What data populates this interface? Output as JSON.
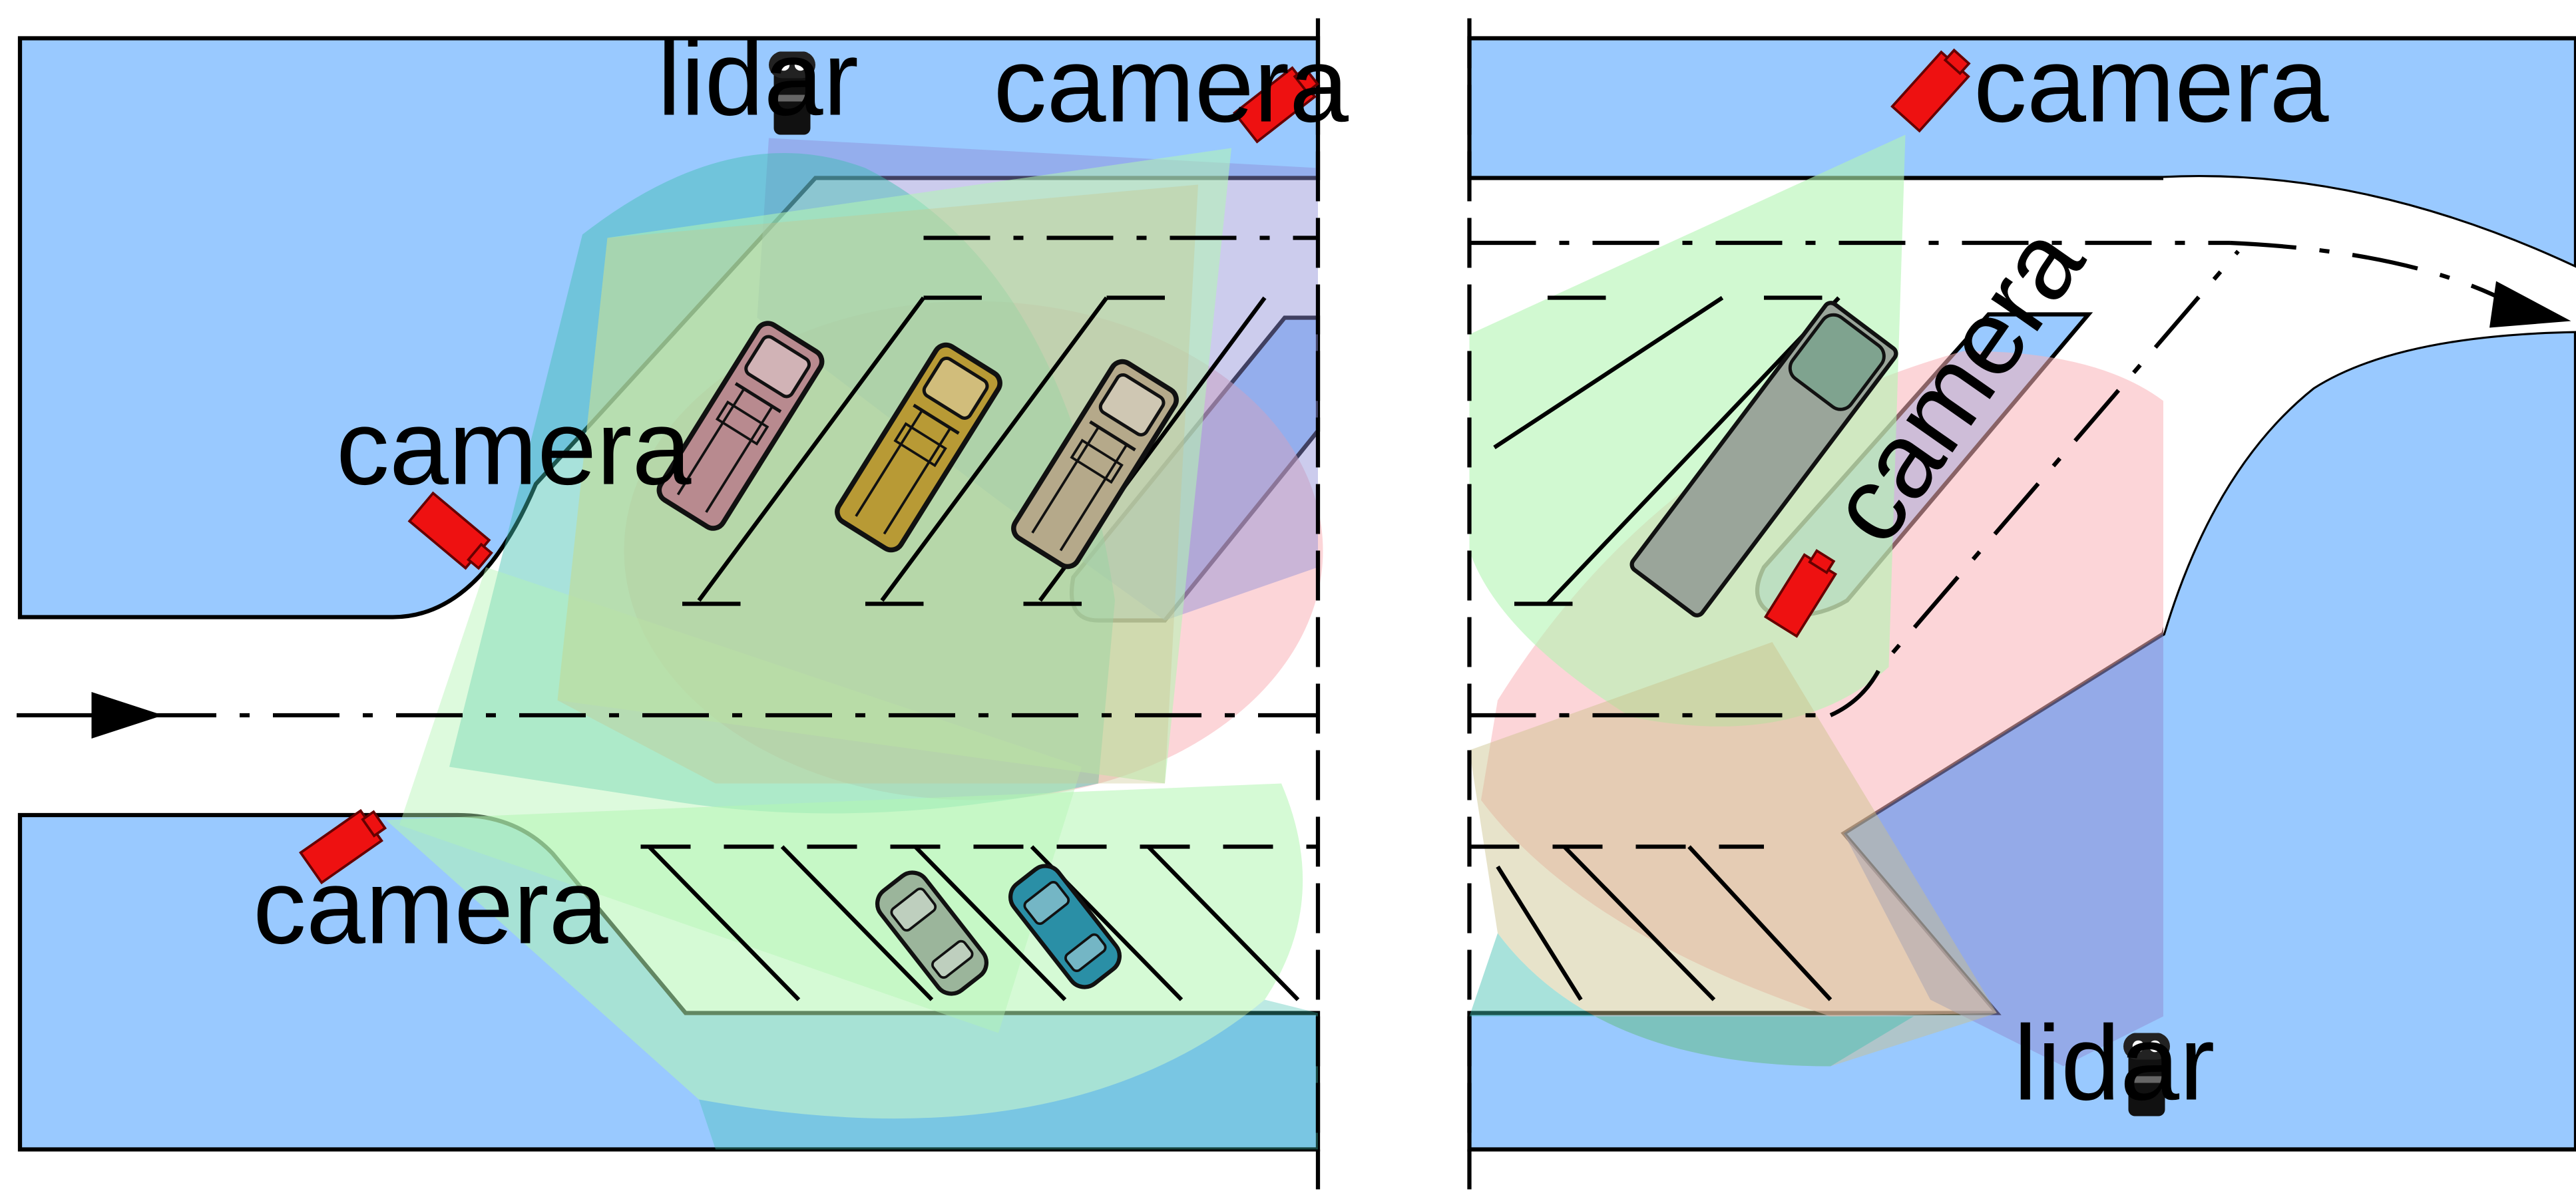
{
  "diagram": {
    "labels": {
      "lidar_top": "lidar",
      "camera_top_left": "camera",
      "camera_left": "camera",
      "camera_bottom_left": "camera",
      "camera_top_right": "camera",
      "camera_right_island": "camera",
      "lidar_bottom_right": "lidar"
    },
    "colors": {
      "sidewalk": "#99c9ff",
      "road": "#ffffff",
      "camera_body": "#ee1111",
      "camera_fov": "#b3f5b3",
      "camera_fov_teal": "#3fbfb0",
      "lidar_fov_purple": "#8f8fd6",
      "lidar_fov_pink": "#f9b3b8",
      "overlap_tan": "#c9c28a",
      "vehicle_pink": "#b88a8f",
      "vehicle_gold": "#b89a35",
      "vehicle_beige": "#b5a98a",
      "vehicle_dark_green": "#9bb59b",
      "vehicle_teal": "#2a8fa6",
      "vehicle_gray": "#9aa59a"
    },
    "icons": {
      "camera": "camera-icon",
      "lidar": "lidar-icon",
      "arrow": "traffic-arrow-icon"
    }
  }
}
